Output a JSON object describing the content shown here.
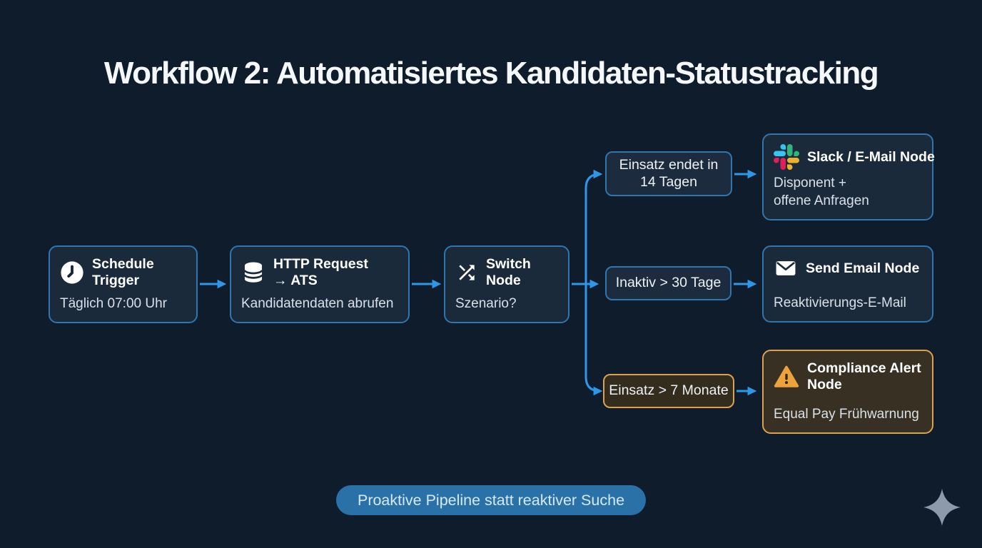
{
  "title": "Workflow 2: Automatisiertes Kandidaten-Statustracking",
  "nodes": {
    "schedule": {
      "icon": "clock-icon",
      "title": "Schedule\nTrigger",
      "subtitle": "Täglich 07:00 Uhr"
    },
    "http": {
      "icon": "database-icon",
      "title": "HTTP Request\n→ ATS",
      "subtitle": "Kandidatendaten abrufen"
    },
    "switch": {
      "icon": "shuffle-icon",
      "title": "Switch\nNode",
      "subtitle": "Szenario?"
    },
    "slack": {
      "icon": "slack-icon",
      "title": "Slack / E-Mail Node",
      "subtitle": "Disponent +\noffene Anfragen"
    },
    "email": {
      "icon": "envelope-icon",
      "title": "Send Email Node",
      "subtitle": "Reaktivierungs-E-Mail"
    },
    "compliance": {
      "icon": "warning-icon",
      "title": "Compliance Alert\nNode",
      "subtitle": "Equal Pay Frühwarnung"
    }
  },
  "conditions": {
    "c1": "Einsatz endet in\n14 Tagen",
    "c2": "Inaktiv > 30 Tage",
    "c3": "Einsatz > 7 Monate"
  },
  "footer": {
    "pill": "Proaktive Pipeline statt reaktiver Suche"
  },
  "colors": {
    "background": "#0e1c2b",
    "node_fill": "#1a2a3b",
    "node_border": "#2f76b0",
    "arrow": "#2f97e8",
    "warning_border": "#dda24e",
    "warning_fill": "#373023",
    "pill_bg": "#2a71a7",
    "pill_text": "#d5eaf6",
    "sparkle": "#8d9aab",
    "slack_blue": "#36C5F0",
    "slack_green": "#2EB67D",
    "slack_red": "#E01E5A",
    "slack_yellow": "#ECB22E"
  }
}
